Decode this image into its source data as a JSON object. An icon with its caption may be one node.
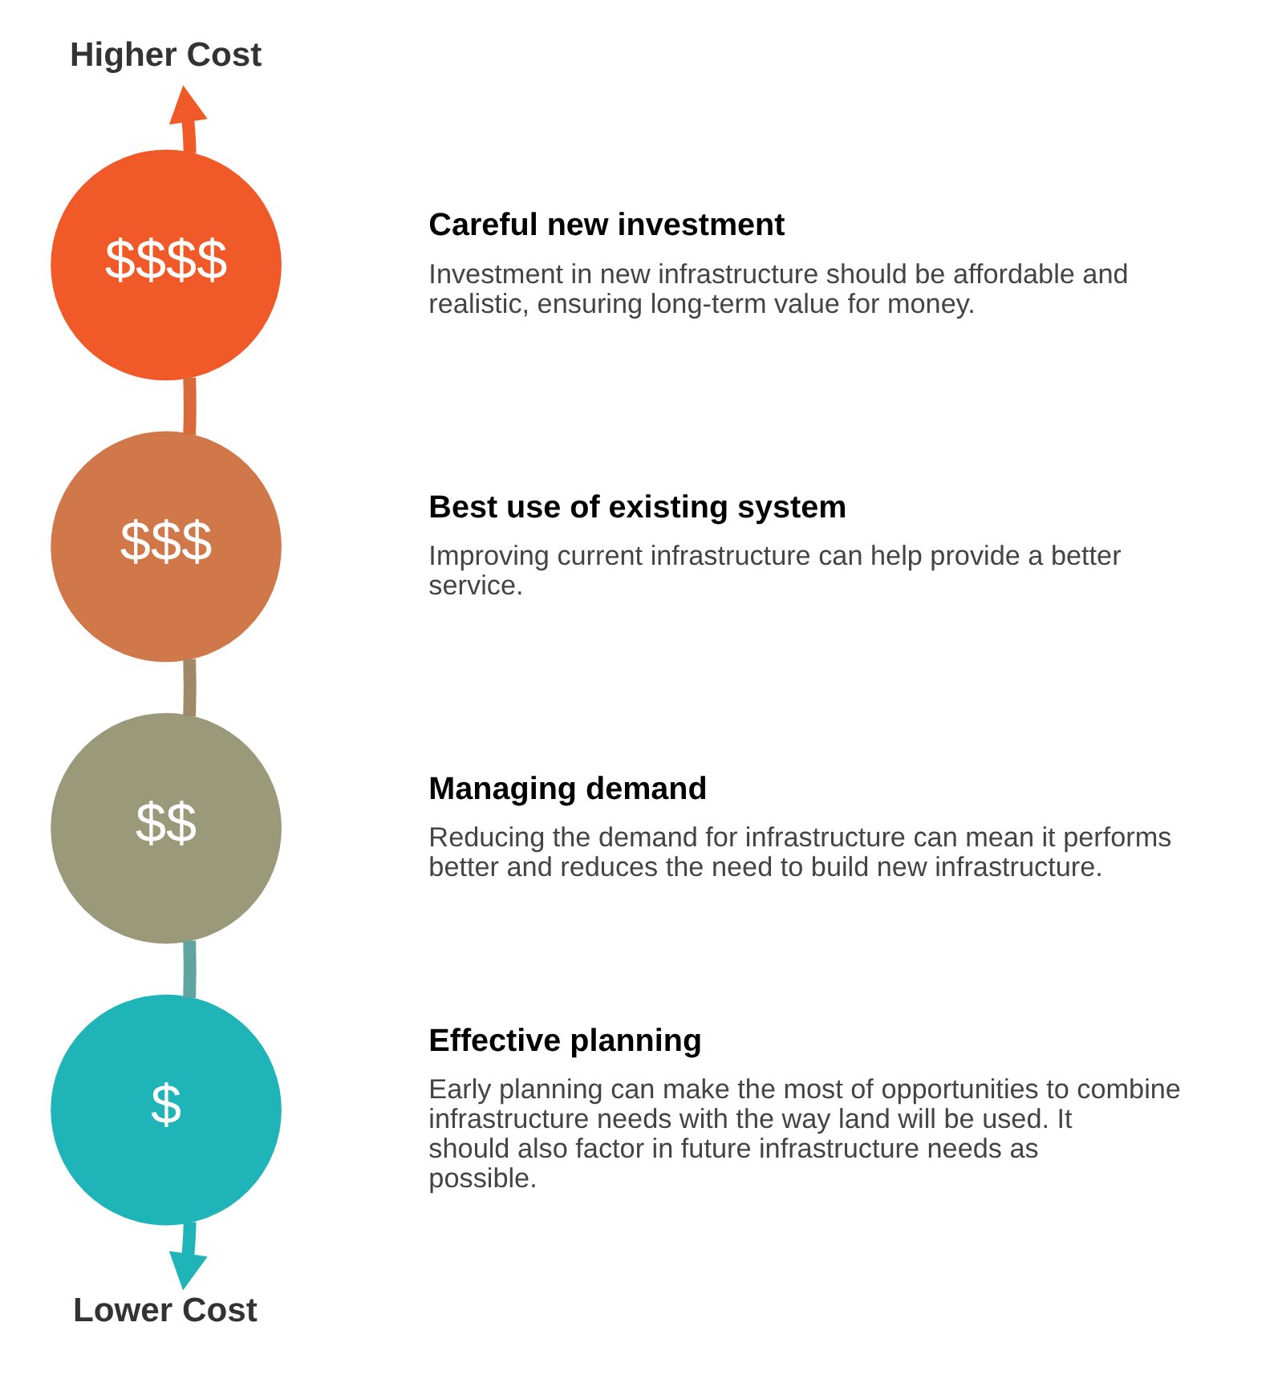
{
  "diagram": {
    "nodes": [
      {
        "text": [
          "Higher Cost"
        ]
      },
      {
        "text": [
          "$$$$"
        ],
        "beside": [
          "Careful new investment",
          "Investment in new infrastructure should be affordable and realistic, ensuring long-term value for money."
        ]
      },
      {
        "text": [
          "$$$"
        ],
        "beside": [
          "Best use of existing system",
          "Improving current infrastructure can help provide a better service."
        ]
      },
      {
        "text": [
          "$$"
        ],
        "beside": [
          "Managing demand",
          "Reducing the demand for infrastructure can mean it performs better and reduces the need to build new infrastructure."
        ]
      },
      {
        "text": [
          "$"
        ],
        "beside": [
          "Effective planning",
          "Early planning can make the most of opportunities to combine infrastructure needs with the way land will be used. It should also factor in future infrastructure needs as possible."
        ]
      },
      {
        "text": [
          "Lower Cost"
        ]
      }
    ],
    "edges": [
      {
        "from": 1,
        "to": 0,
        "arrow": "to",
        "color": "#f05a28"
      },
      {
        "from": 1,
        "to": 2,
        "arrow": "none",
        "color": "#d9683a"
      },
      {
        "from": 2,
        "to": 3,
        "arrow": "none",
        "color": "#a08868"
      },
      {
        "from": 3,
        "to": 4,
        "arrow": "none",
        "color": "#5fa4a0"
      },
      {
        "from": 4,
        "to": 5,
        "arrow": "to",
        "color": "#1fb5b8"
      }
    ]
  }
}
